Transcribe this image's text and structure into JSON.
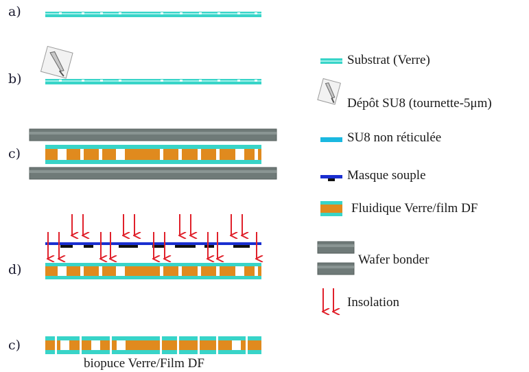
{
  "step_labels": {
    "a": "a)",
    "b": "b)",
    "c1": "c)",
    "d": "d)",
    "c2": "c)"
  },
  "caption": "biopuce Verre/Film DF",
  "legend": {
    "substrate": "Substrat (Verre)",
    "depot": "Dépôt SU8 (tournette-5μm)",
    "su8": "SU8 non réticulée",
    "mask": "Masque souple",
    "fluidic": "Fluidique Verre/film DF",
    "wafer": "Wafer bonder",
    "insolation": "Insolation"
  },
  "colors": {
    "glass": "#38d4c8",
    "su8": "#1ab8e0",
    "fluidic": "#e08a1e",
    "mask": "#1a2fd0",
    "wafer": "#6f7a78",
    "arrow": "#e0202a"
  }
}
